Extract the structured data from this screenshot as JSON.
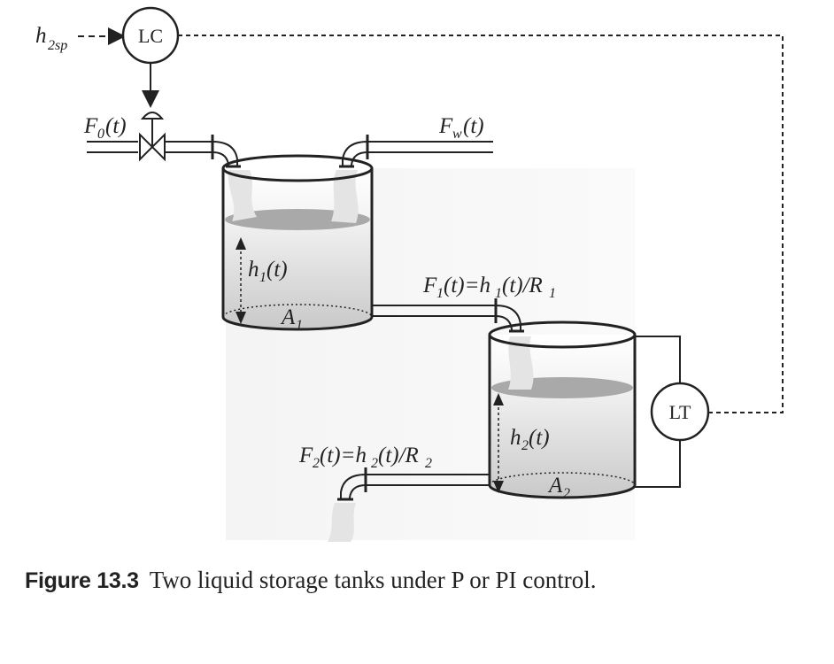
{
  "diagram": {
    "setpoint_label": "h2sp",
    "controller_label": "LC",
    "transmitter_label": "LT",
    "inflow_label": "F0(t)",
    "disturbance_label": "Fw(t)",
    "tank1": {
      "height_label": "h1(t)",
      "area_label": "A1",
      "outflow_label": "F1(t)=h1(t)/R1"
    },
    "tank2": {
      "height_label": "h2(t)",
      "area_label": "A2",
      "outflow_label": "F2(t)=h2(t)/R2"
    }
  },
  "caption": {
    "number": "Figure 13.3",
    "text": "Two liquid storage tanks under P or PI control."
  }
}
